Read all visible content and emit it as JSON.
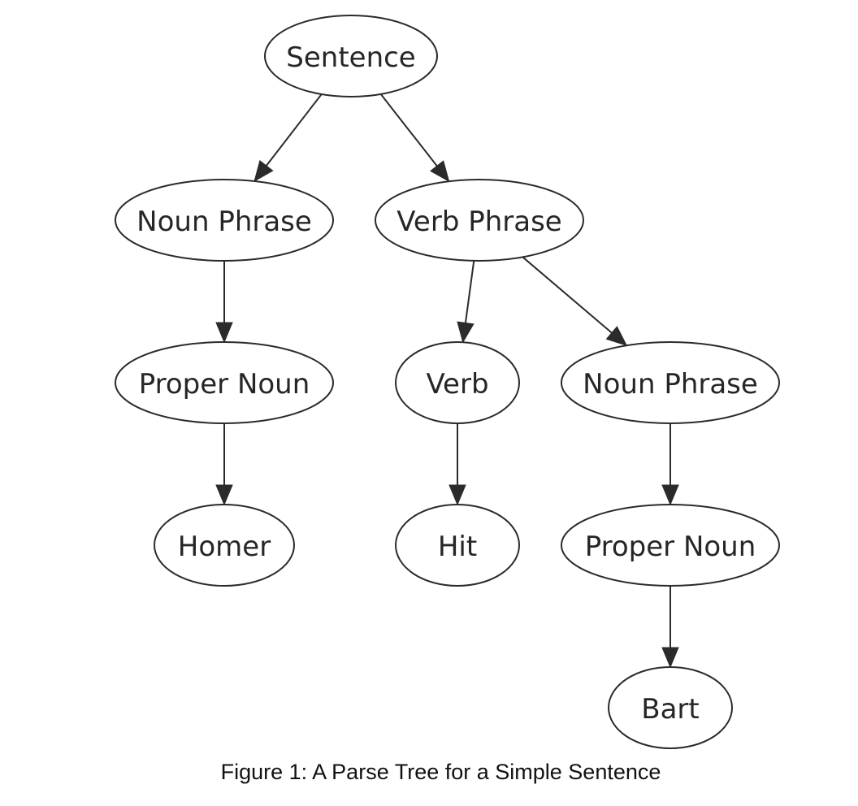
{
  "diagram": {
    "nodes": [
      {
        "id": "sentence",
        "label": "Sentence"
      },
      {
        "id": "np1",
        "label": "Noun Phrase"
      },
      {
        "id": "vp",
        "label": "Verb Phrase"
      },
      {
        "id": "pn1",
        "label": "Proper Noun"
      },
      {
        "id": "verb",
        "label": "Verb"
      },
      {
        "id": "np2",
        "label": "Noun Phrase"
      },
      {
        "id": "homer",
        "label": "Homer"
      },
      {
        "id": "hit",
        "label": "Hit"
      },
      {
        "id": "pn2",
        "label": "Proper Noun"
      },
      {
        "id": "bart",
        "label": "Bart"
      }
    ],
    "edges": [
      {
        "from": "sentence",
        "to": "np1"
      },
      {
        "from": "sentence",
        "to": "vp"
      },
      {
        "from": "np1",
        "to": "pn1"
      },
      {
        "from": "pn1",
        "to": "homer"
      },
      {
        "from": "vp",
        "to": "verb"
      },
      {
        "from": "vp",
        "to": "np2"
      },
      {
        "from": "verb",
        "to": "hit"
      },
      {
        "from": "np2",
        "to": "pn2"
      },
      {
        "from": "pn2",
        "to": "bart"
      }
    ],
    "colors": {
      "stroke": "#2b2b2b",
      "text": "#262626",
      "background": "#ffffff"
    }
  },
  "caption": "Figure 1: A Parse Tree for a Simple Sentence"
}
